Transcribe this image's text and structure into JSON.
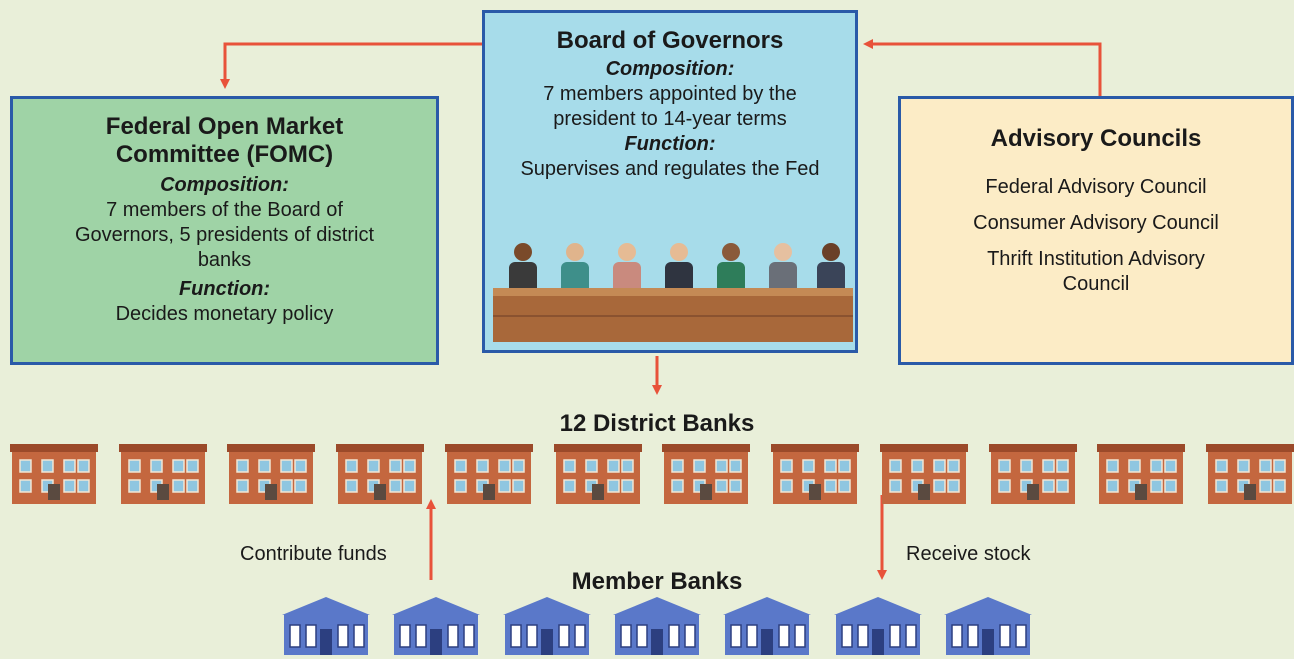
{
  "board": {
    "title": "Board of Governors",
    "composition_label": "Composition:",
    "composition_text": "7 members appointed by the president to 14-year terms",
    "function_label": "Function:",
    "function_text": "Supervises and regulates the Fed"
  },
  "fomc": {
    "title": "Federal Open Market Committee (FOMC)",
    "composition_label": "Composition:",
    "composition_text": "7 members of the Board of Governors, 5 presidents of district banks",
    "function_label": "Function:",
    "function_text": "Decides monetary policy"
  },
  "advisory": {
    "title": "Advisory Councils",
    "councils": [
      "Federal Advisory Council",
      "Consumer Advisory Council",
      "Thrift Institution Advisory Council"
    ]
  },
  "district": {
    "title": "12 District Banks",
    "count": 12
  },
  "member": {
    "title": "Member Banks",
    "count": 7
  },
  "flows": {
    "contribute": "Contribute funds",
    "receive": "Receive stock"
  },
  "colors": {
    "background": "#e9efd9",
    "arrow": "#e8523a",
    "border": "#2a5aa8",
    "fomc_fill": "#9fd3a6",
    "board_fill": "#a7dcea",
    "advisory_fill": "#fcecc6",
    "district_bank": "#c4673f",
    "member_bank": "#5a78c9"
  }
}
